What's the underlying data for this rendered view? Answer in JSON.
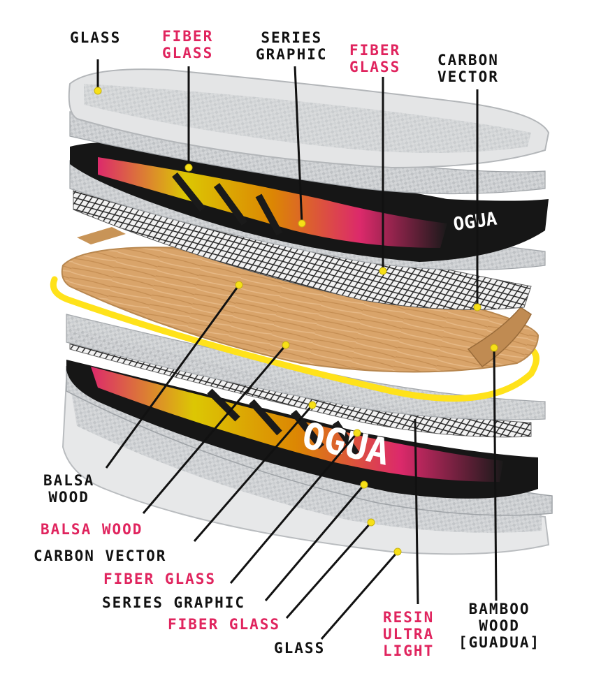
{
  "colors": {
    "label_black": "#111111",
    "label_pink": "#e0245e",
    "marker_yellow": "#f7e017",
    "resin_yellow": "#ffe21a",
    "wood": "#d9a46a",
    "glass": "#cfd1d3"
  },
  "labels": {
    "top_glass": [
      "GLASS"
    ],
    "top_fiber_glass_1": [
      "FIBER",
      "GLASS"
    ],
    "top_series_graphic": [
      "SERIES",
      "GRAPHIC"
    ],
    "top_fiber_glass_2": [
      "FIBER",
      "GLASS"
    ],
    "top_carbon_vector": [
      "CARBON",
      "VECTOR"
    ],
    "balsa_wood_black": [
      "BALSA",
      "WOOD"
    ],
    "balsa_wood_pink": "BALSA WOOD",
    "carbon_vector": "CARBON VECTOR",
    "fiber_glass_1": "FIBER GLASS",
    "series_graphic": "SERIES GRAPHIC",
    "fiber_glass_2": "FIBER GLASS",
    "glass": "GLASS",
    "resin": [
      "RESIN",
      "ULTRA",
      "LIGHT"
    ],
    "bamboo": [
      "BAMBOO",
      "WOOD",
      "[GUADUA]"
    ]
  },
  "brand_text": "OGUA"
}
